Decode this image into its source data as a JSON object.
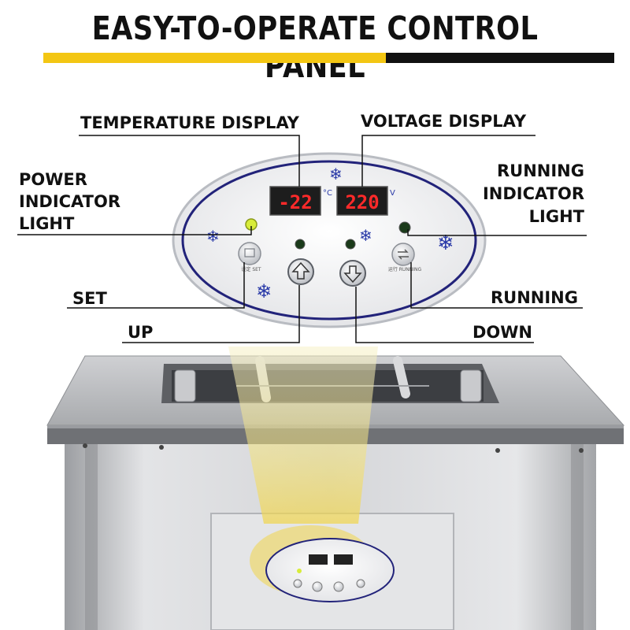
{
  "title": "EASY-TO-OPERATE CONTROL PANEL",
  "labels": {
    "temperature_display": "TEMPERATURE DISPLAY",
    "voltage_display": "VOLTAGE DISPLAY",
    "power_line1": "POWER",
    "power_line2": "INDICATOR",
    "power_line3": "LIGHT",
    "running_ind_line1": "RUNNING",
    "running_ind_line2": "INDICATOR",
    "running_ind_line3": "LIGHT",
    "set": "SET",
    "running": "RUNNING",
    "up": "UP",
    "down": "DOWN"
  },
  "displays": {
    "temperature_value": "-22",
    "temperature_unit": "°C",
    "voltage_value": "220",
    "voltage_unit": "V"
  },
  "buttons": {
    "set_caption": "设定 SET",
    "running_caption": "运行 RUNNING"
  },
  "colors": {
    "title_accent_yellow": "#f3c613",
    "title_accent_black": "#111111",
    "display_red": "#ff2a2a",
    "panel_border": "#22237a",
    "power_light": "#d8ec3a"
  }
}
